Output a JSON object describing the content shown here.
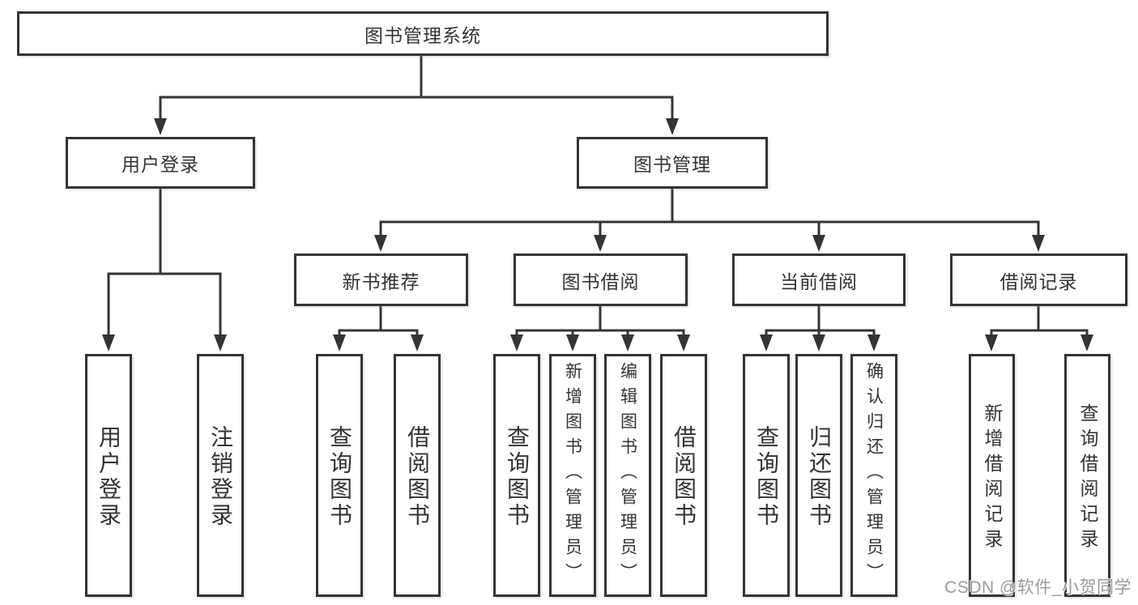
{
  "diagram": {
    "root": {
      "label": "图书管理系统",
      "children": [
        {
          "label": "用户登录",
          "children": [
            {
              "label": "用户登录"
            },
            {
              "label": "注销登录"
            }
          ]
        },
        {
          "label": "图书管理",
          "children": [
            {
              "label": "新书推荐",
              "children": [
                {
                  "label": "查询图书"
                },
                {
                  "label": "借阅图书"
                }
              ]
            },
            {
              "label": "图书借阅",
              "children": [
                {
                  "label": "查询图书"
                },
                {
                  "label": "新增图书（管理员）"
                },
                {
                  "label": "编辑图书（管理员）"
                },
                {
                  "label": "借阅图书"
                }
              ]
            },
            {
              "label": "当前借阅",
              "children": [
                {
                  "label": "查询图书"
                },
                {
                  "label": "归还图书"
                },
                {
                  "label": "确认归还（管理员）"
                }
              ]
            },
            {
              "label": "借阅记录",
              "children": [
                {
                  "label": "新增借阅记录"
                },
                {
                  "label": "查询借阅记录"
                }
              ]
            }
          ]
        }
      ]
    }
  },
  "watermark": {
    "text": "CSDN @软件_小贺同学"
  },
  "colors": {
    "line": "#343434",
    "box_border": "#343434",
    "box_background": "#ffffff",
    "text": "#333333",
    "watermark": "#969696",
    "page_background": "#ffffff"
  }
}
